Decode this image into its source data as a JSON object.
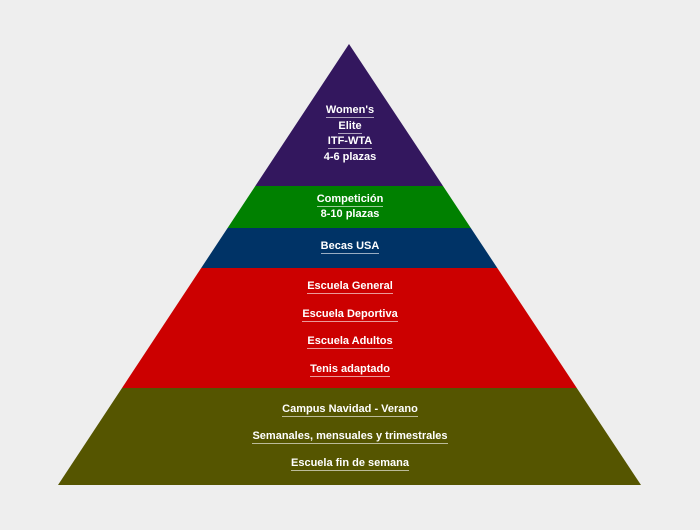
{
  "background": "#eeeeee",
  "pyramid": {
    "levels": [
      {
        "name": "women-elite",
        "color": "#33175e",
        "items": [
          {
            "text": "Women's",
            "link": true
          },
          {
            "text": "Elite",
            "link": true
          },
          {
            "text": "ITF-WTA",
            "link": true
          },
          {
            "text": "4-6 plazas",
            "link": false
          }
        ]
      },
      {
        "name": "competicion",
        "color": "#008000",
        "items": [
          {
            "text": "Competición",
            "link": true
          },
          {
            "text": "8-10 plazas",
            "link": false
          }
        ]
      },
      {
        "name": "becas-usa",
        "color": "#003366",
        "items": [
          {
            "text": "Becas USA",
            "link": true
          }
        ]
      },
      {
        "name": "escuelas",
        "color": "#cc0000",
        "items": [
          {
            "text": "Escuela General",
            "link": true
          },
          {
            "text": "Escuela Deportiva",
            "link": true
          },
          {
            "text": "Escuela Adultos",
            "link": true
          },
          {
            "text": "Tenis adaptado",
            "link": true
          }
        ]
      },
      {
        "name": "campus",
        "color": "#555500",
        "items": [
          {
            "text": "Campus Navidad - Verano",
            "link": true
          },
          {
            "text": "Semanales, mensuales y trimestrales",
            "link": true
          },
          {
            "text": "Escuela fin de semana",
            "link": true
          }
        ]
      }
    ]
  }
}
